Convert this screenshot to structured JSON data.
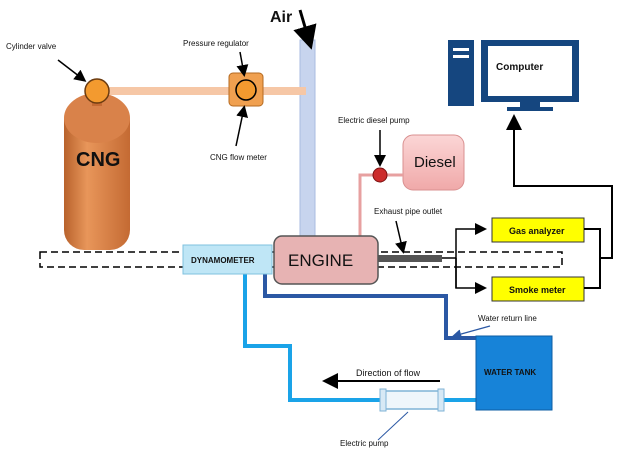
{
  "labels": {
    "air": "Air",
    "cylinder_valve": "Cylinder valve",
    "pressure_regulator": "Pressure regulator",
    "cng_flow_meter": "CNG flow meter",
    "cng": "CNG",
    "computer": "Computer",
    "electric_diesel_pump": "Electric diesel pump",
    "diesel": "Diesel",
    "exhaust_pipe_outlet": "Exhaust pipe outlet",
    "gas_analyzer": "Gas analyzer",
    "smoke_meter": "Smoke meter",
    "dynamometer": "DYNAMOMETER",
    "engine": "ENGINE",
    "water_return_line": "Water return line",
    "water_tank": "WATER TANK",
    "direction_of_flow": "Direction of flow",
    "electric_pump": "Electric pump"
  },
  "colors": {
    "cng_cylinder": "#d9824a",
    "cng_pipe": "#f6c7a6",
    "valve": "#f39a2f",
    "air_duct": "#c7d4ee",
    "engine": "#e7b3b3",
    "diesel_tank": "#f6c2c2",
    "diesel_pump": "#cc2b2b",
    "dynamometer": "#bfe6f6",
    "analyzer": "#ffff00",
    "water_tank": "#1783d8",
    "water_pipe": "#1aa3e8",
    "return_pipe": "#2b58a4",
    "computer": "#15467f"
  }
}
